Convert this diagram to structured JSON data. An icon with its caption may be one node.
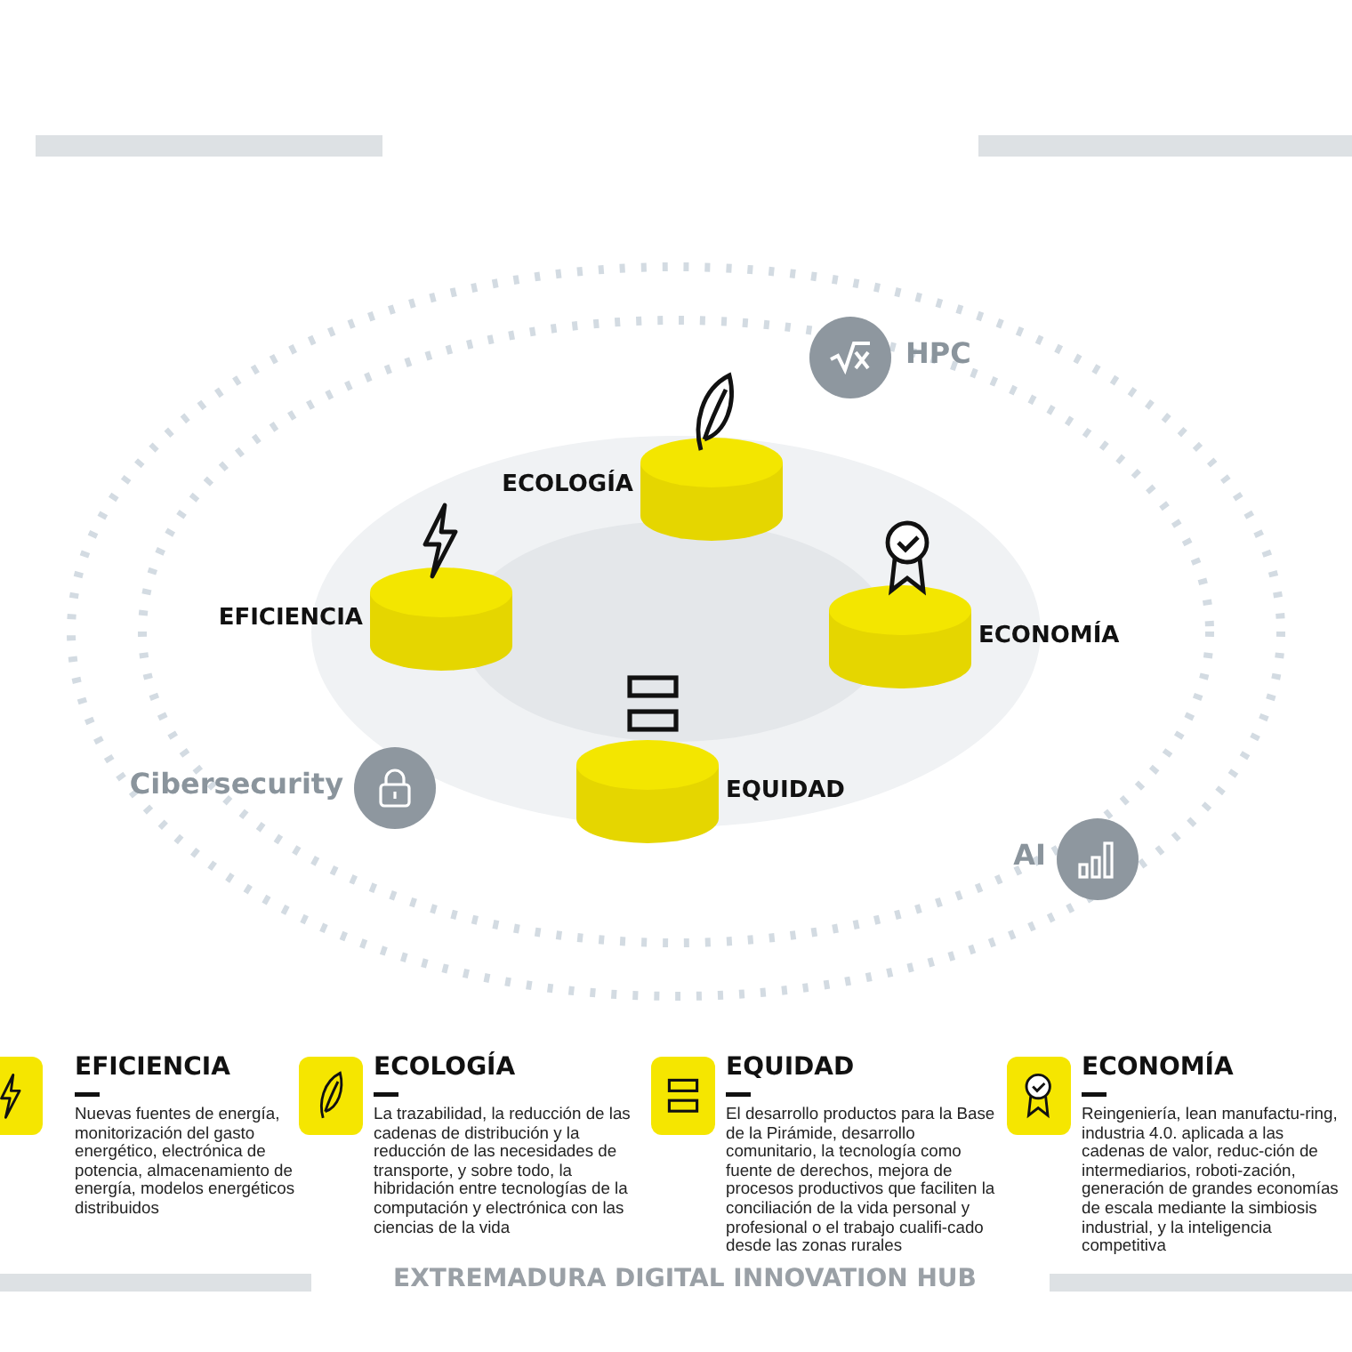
{
  "diagram": {
    "caption": "EXTREMADURA DIGITAL INNOVATION HUB",
    "nodes": [
      {
        "text": [
          "HPC"
        ]
      },
      {
        "text": [],
        "shape": "cylinder",
        "beside": [
          "ECOLOGÍA"
        ]
      },
      {
        "text": [],
        "shape": "cylinder",
        "beside": [
          "EFICIENCIA"
        ]
      },
      {
        "text": [],
        "shape": "cylinder",
        "beside": [
          "ECONOMÍA"
        ]
      },
      {
        "text": [
          "Cibersecurity"
        ]
      },
      {
        "text": [],
        "shape": "cylinder",
        "beside": [
          "EQUIDAD"
        ]
      },
      {
        "text": [
          "AI"
        ]
      },
      {
        "text": [
          "EFICIENCIA",
          "Nuevas fuentes de energía, monitorización del gasto energético, electrónica de potencia, almacenamiento de energía, modelos energéticos distribuidos"
        ]
      },
      {
        "text": [
          "ECOLOGÍA",
          "La trazabilidad, la reducción de las cadenas de distribución y la reducción de las necesidades de transporte, y sobre todo, la hibridación entre tecnologías de la computación y electrónica con las ciencias de la vida"
        ]
      },
      {
        "text": [
          "EQUIDAD",
          "El desarrollo productos para la Base de la Pirámide,  desarrollo comunitario,  la tecnología como fuente de derechos,  mejora de procesos productivos que faciliten la conciliación de la vida personal y profesional o el trabajo cualifi-cado desde las zonas rurales"
        ]
      },
      {
        "text": [
          "ECONOMÍA",
          "Reingeniería,  lean manufactu-ring, industria 4.0. aplicada a las cadenas de valor, reduc-ción de intermediarios, roboti-zación, generación de grandes economías de escala mediante la simbiosis industrial, y la inteligencia competitiva"
        ]
      }
    ],
    "edges": []
  }
}
